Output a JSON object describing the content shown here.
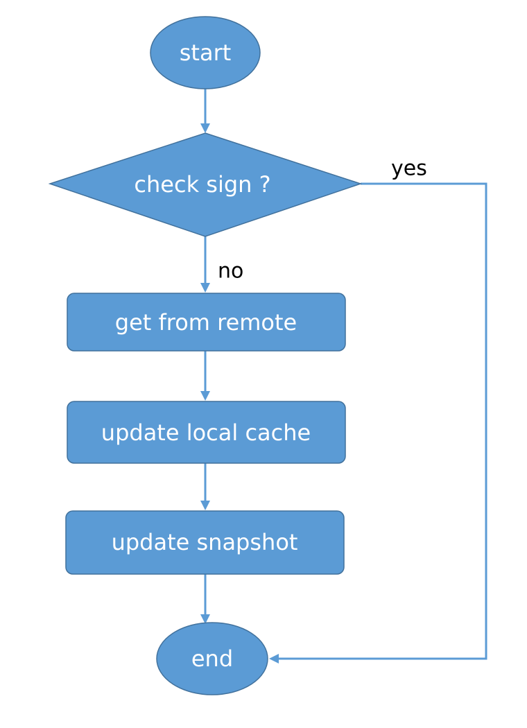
{
  "diagram": {
    "nodes": {
      "start": "start",
      "decision": "check sign ?",
      "get_remote": "get from remote",
      "update_cache": "update local cache",
      "update_snapshot": "update snapshot",
      "end": "end"
    },
    "edge_labels": {
      "yes": "yes",
      "no": "no"
    },
    "colors": {
      "node_fill": "#5b9bd5",
      "node_border": "#41719c",
      "connector": "#5b9bd5",
      "node_text": "#ffffff",
      "label_text": "#000000"
    }
  }
}
